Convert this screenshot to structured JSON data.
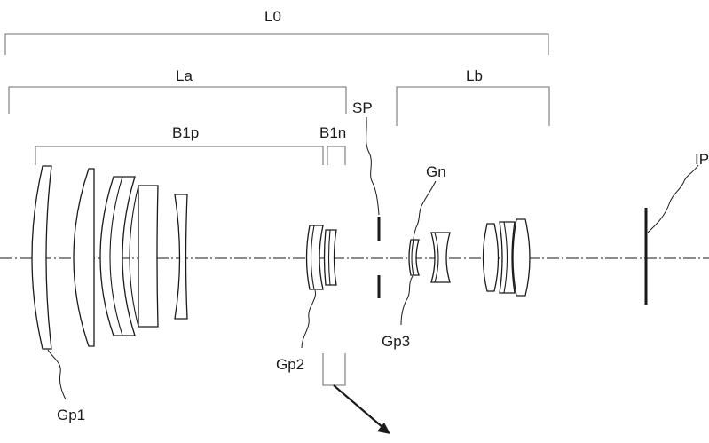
{
  "labels": {
    "L0": "L0",
    "La": "La",
    "Lb": "Lb",
    "B1p": "B1p",
    "B1n": "B1n",
    "SP": "SP",
    "Gn": "Gn",
    "IP": "IP",
    "Gp1": "Gp1",
    "Gp2": "Gp2",
    "Gp3": "Gp3"
  }
}
